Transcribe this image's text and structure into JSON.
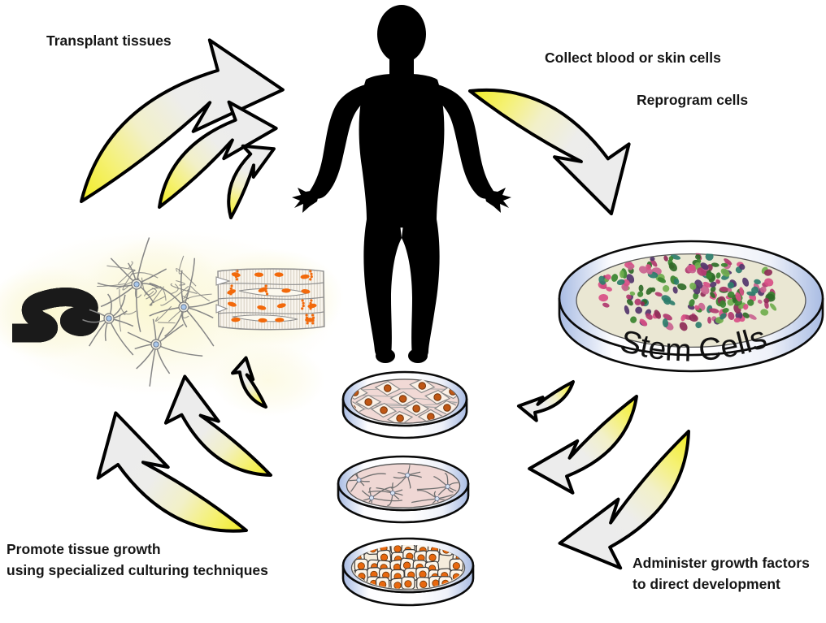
{
  "diagram": {
    "subject": "stem-cell-therapy-cycle",
    "labels": {
      "transplant_tissues": "Transplant tissues",
      "collect_cells": "Collect blood or skin cells",
      "reprogram_cells": "Reprogram cells",
      "stem_cells": "Stem Cells",
      "administer": {
        "line1": "Administer growth factors",
        "line2": "to direct development"
      },
      "promote": {
        "line1": "Promote tissue growth",
        "line2": "using specialized culturing techniques"
      }
    },
    "colors": {
      "background": "#ffffff",
      "outline": "#000000",
      "arrow_yellow": "#f3ee2e",
      "arrow_gray": "#ececec",
      "dish_rim_blue": "#a9bce3",
      "stem_dish_medium": "#eae7d3",
      "pink_medium": "#f1d9d5",
      "stem_cell_green": "#38842f",
      "stem_cell_magenta": "#b03a6e",
      "nucleus_orange": "#e8680e",
      "tissue_glow": "#fbf7d0",
      "neuron_gray": "#868686"
    }
  }
}
